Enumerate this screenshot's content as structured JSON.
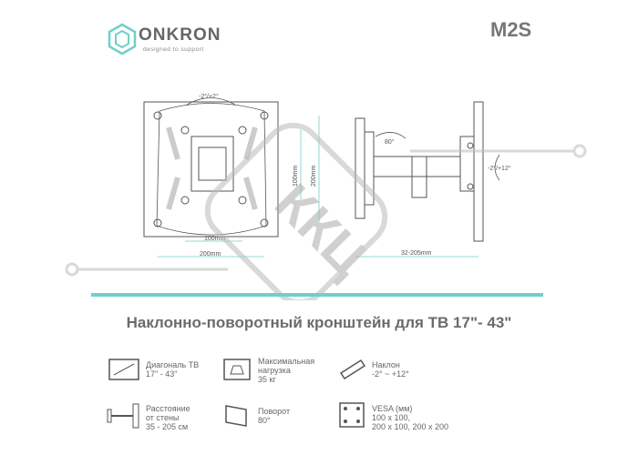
{
  "brand": {
    "name": "ONKRON",
    "tagline": "designed to support",
    "accent": "#6fcfca"
  },
  "model": "M2S",
  "title": "Наклонно-поворотный кронштейн для ТВ 17\"- 43\"",
  "dimensions": {
    "swivel": "-2°/+2°",
    "w_inner": "100mm",
    "w_outer": "200mm",
    "h_inner": "100mm",
    "h_outer": "200mm",
    "arm_rot": "80°",
    "tilt": "-2°/+12°",
    "depth": "32-205mm"
  },
  "watermark": "ККЦ",
  "specs": [
    {
      "icon": "tv-diagonal-icon",
      "lines": [
        "Диагональ ТВ",
        "17\" - 43\""
      ]
    },
    {
      "icon": "max-load-icon",
      "lines": [
        "Максимальная",
        "нагрузка",
        "35 кг"
      ]
    },
    {
      "icon": "tilt-icon",
      "lines": [
        "Наклон",
        "-2° ~ +12°"
      ]
    },
    {
      "icon": "wall-distance-icon",
      "lines": [
        "Расстояние",
        "от стены",
        "35 - 205 см"
      ]
    },
    {
      "icon": "swivel-icon",
      "lines": [
        "Поворот",
        "80°"
      ]
    },
    {
      "icon": "vesa-icon",
      "lines": [
        "VESA (мм)",
        "100 x 100,",
        "200 x 100, 200 x 200"
      ]
    }
  ]
}
